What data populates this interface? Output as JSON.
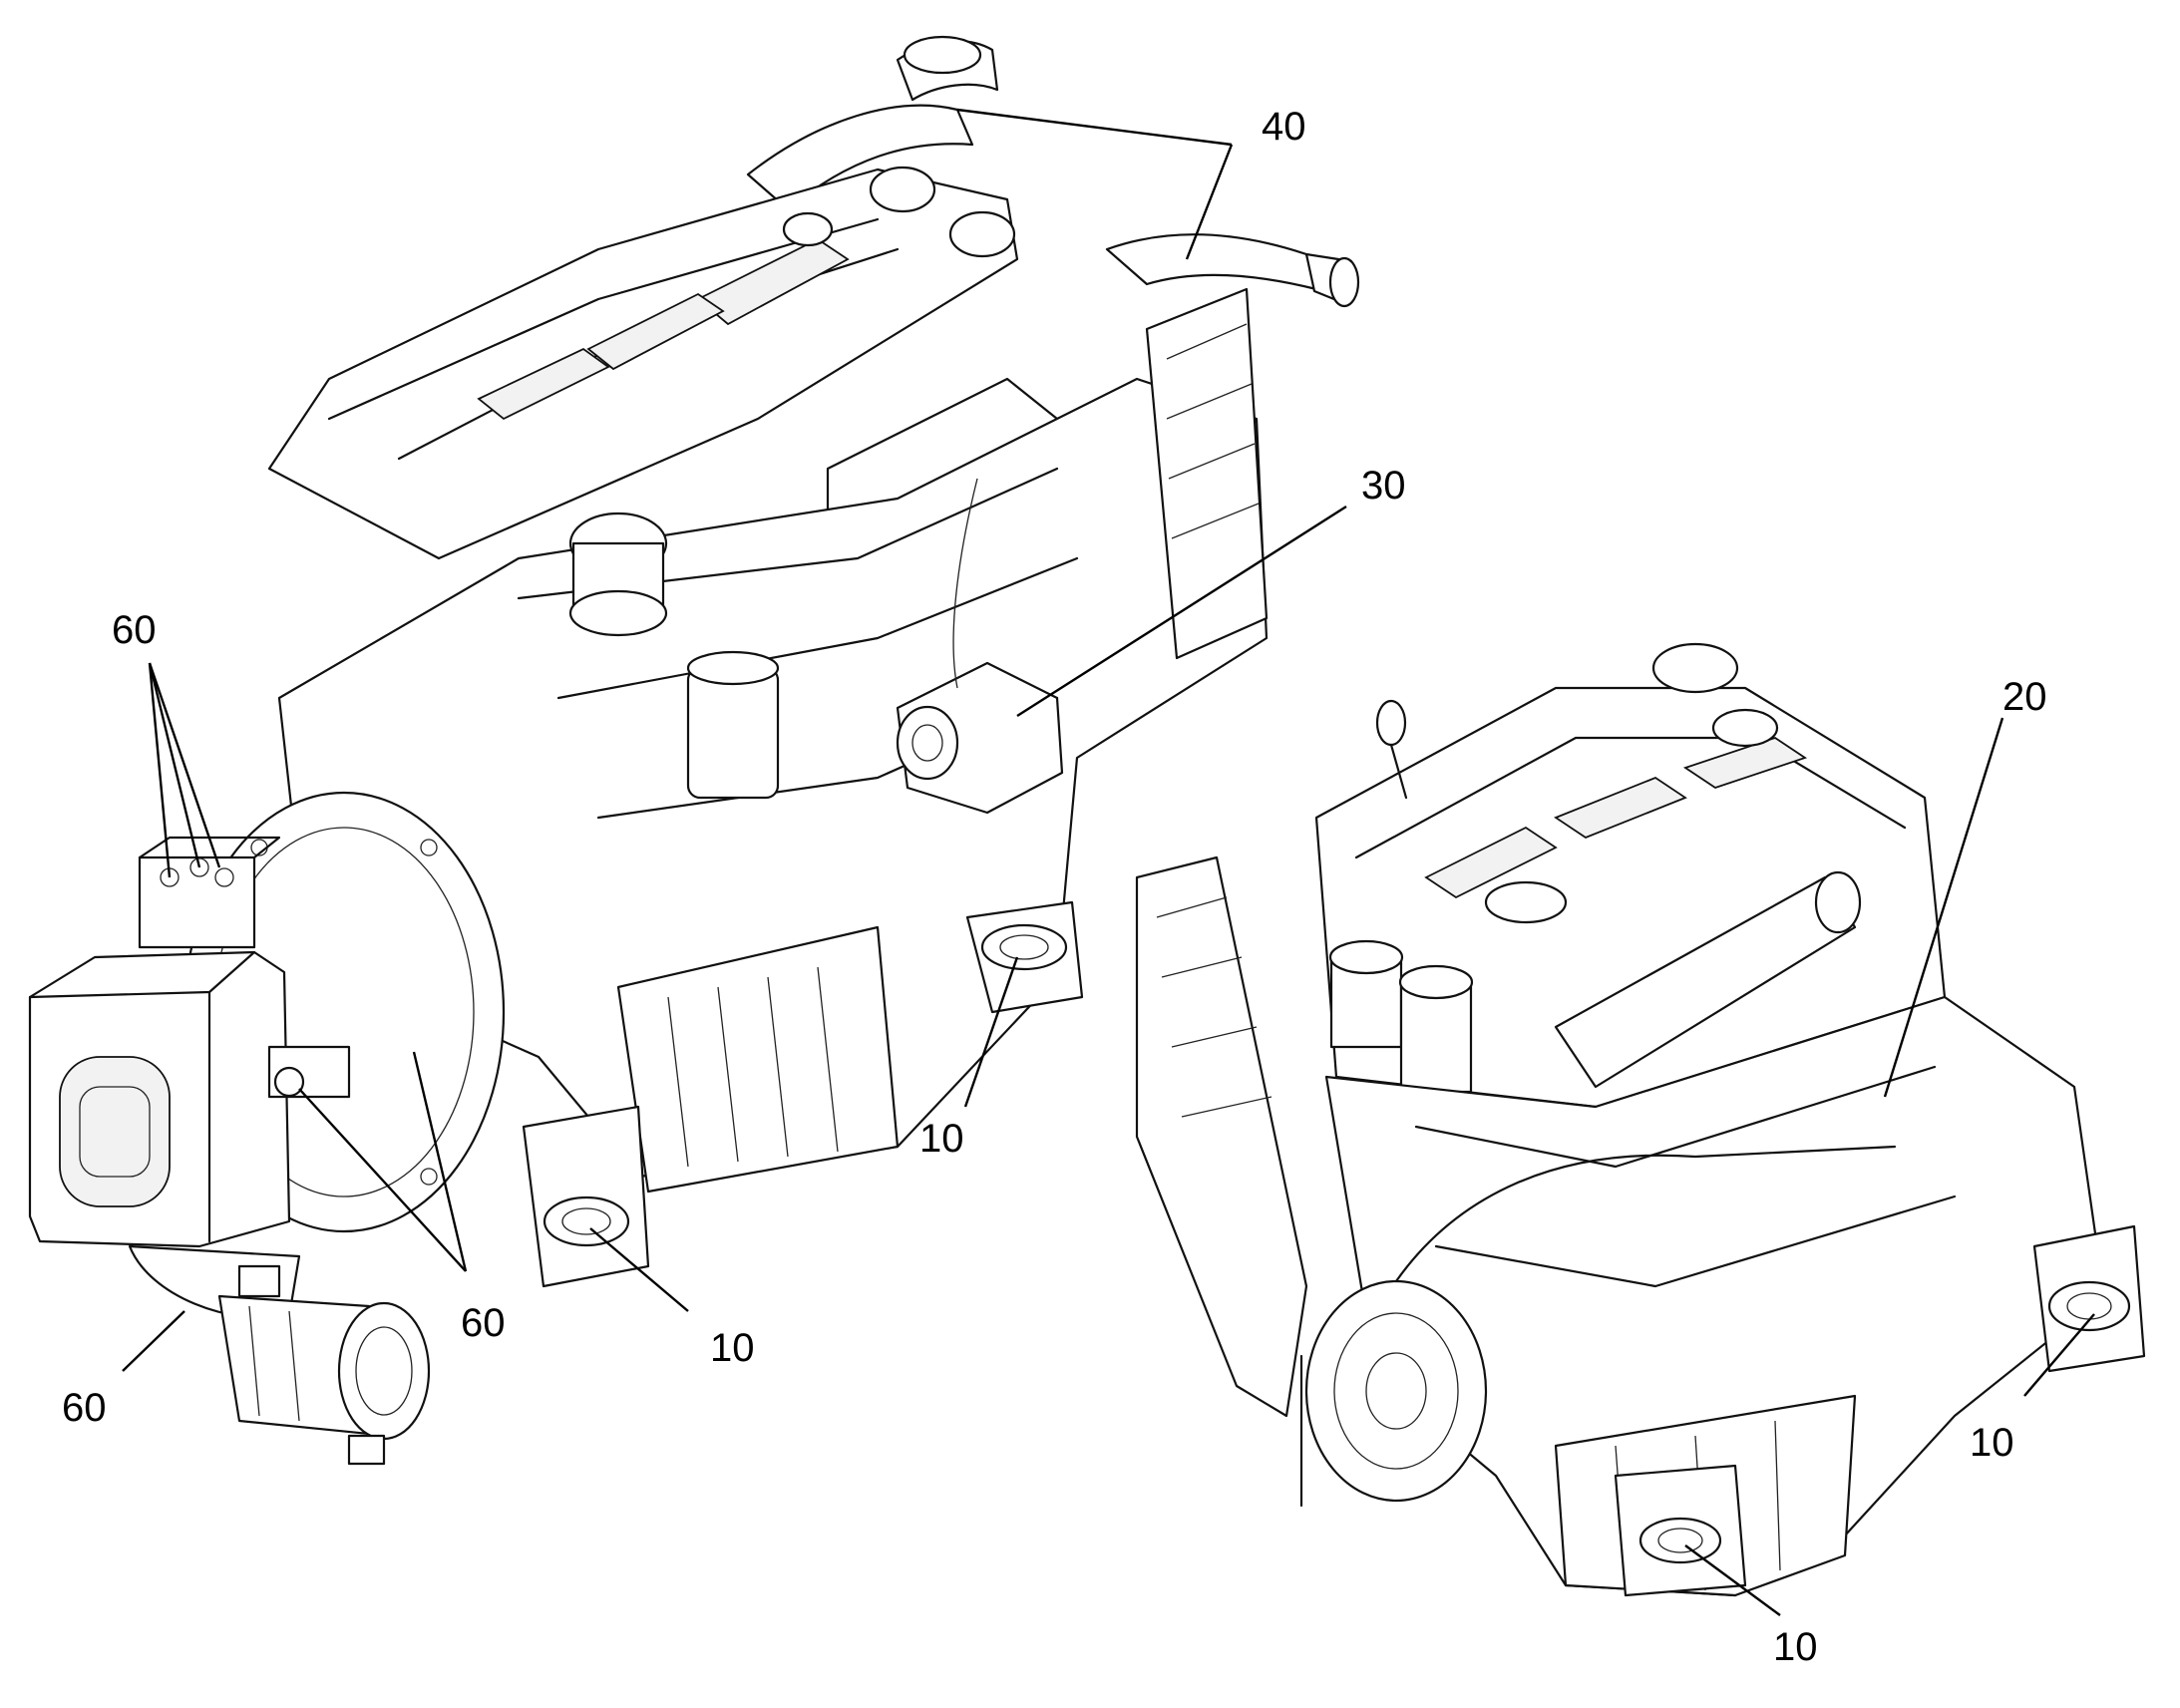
{
  "callouts": [
    {
      "id": "c40",
      "label": "40"
    },
    {
      "id": "c30",
      "label": "30"
    },
    {
      "id": "c60a",
      "label": "60"
    },
    {
      "id": "c10a",
      "label": "10"
    },
    {
      "id": "c60b",
      "label": "60"
    },
    {
      "id": "c10b",
      "label": "10"
    },
    {
      "id": "c60c",
      "label": "60"
    },
    {
      "id": "c20",
      "label": "20"
    },
    {
      "id": "c10c",
      "label": "10"
    },
    {
      "id": "c10d",
      "label": "10"
    }
  ]
}
